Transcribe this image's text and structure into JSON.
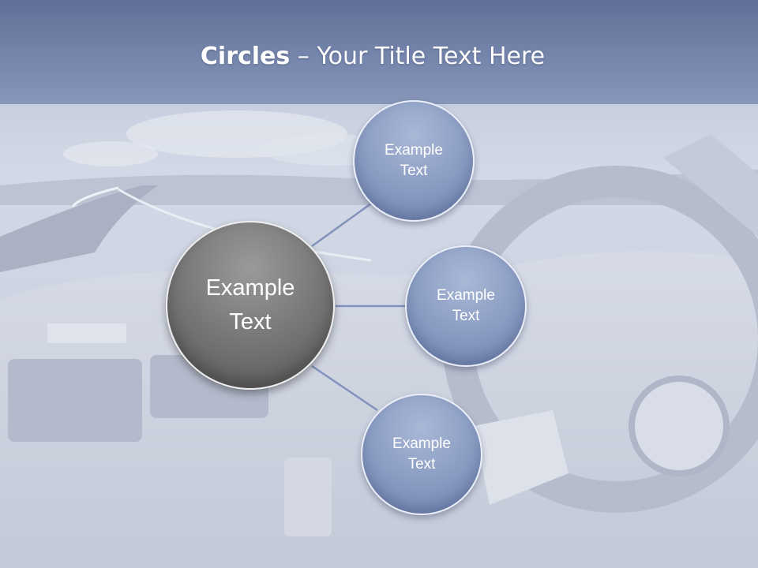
{
  "slide": {
    "title_bold": "Circles",
    "title_rest": " – Your Title Text Here"
  },
  "diagram": {
    "center": {
      "label_line1": "Example",
      "label_line2": "Text"
    },
    "nodes": [
      {
        "label_line1": "Example",
        "label_line2": "Text"
      },
      {
        "label_line1": "Example",
        "label_line2": "Text"
      },
      {
        "label_line1": "Example",
        "label_line2": "Text"
      }
    ]
  },
  "colors": {
    "title_band": "#6b7ba3",
    "small_circle": "#8a9cc3",
    "center_circle": "#707070",
    "connector": "#8292bb"
  }
}
